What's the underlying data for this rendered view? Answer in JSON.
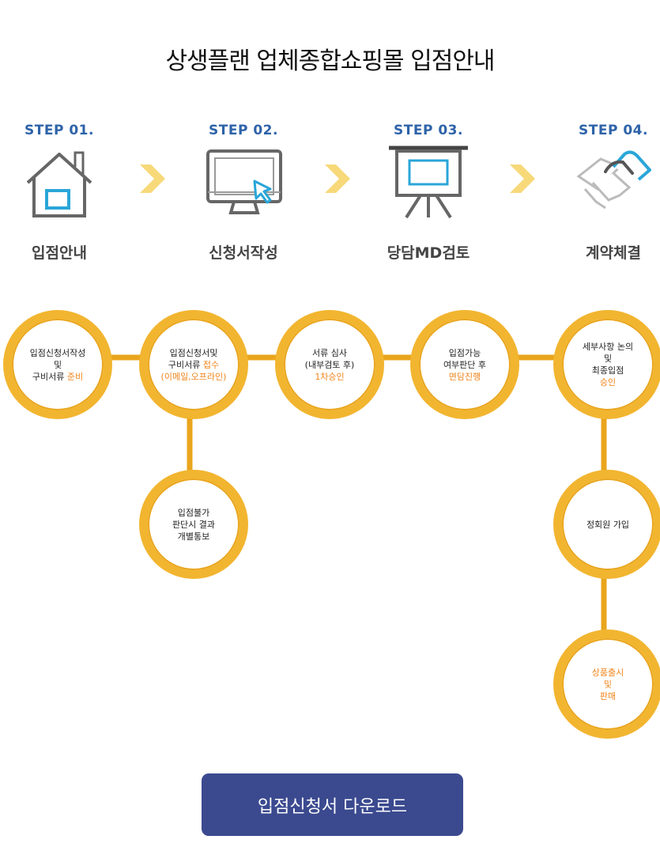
{
  "title": "상생플랜 업체종합쇼핑몰 입점안내",
  "steps": [
    {
      "label": "STEP 01.",
      "name": "입점안내",
      "icon": "house-icon"
    },
    {
      "label": "STEP 02.",
      "name": "신청서작성",
      "icon": "monitor-cursor-icon"
    },
    {
      "label": "STEP 03.",
      "name": "당담MD검토",
      "icon": "presentation-board-icon"
    },
    {
      "label": "STEP 04.",
      "name": "계약체결",
      "icon": "handshake-icon"
    }
  ],
  "colors": {
    "step_label": "#2e63a8",
    "chevron": "#f7d97a",
    "circle_ring": "#f2b530",
    "connector": "#e9a51c",
    "highlight": "#f0851c",
    "button": "#3b4a8f"
  },
  "nodes": {
    "n1": {
      "line1": "입점신청서작성",
      "line2": "및",
      "line3a": "구비서류 ",
      "line3b": "준비"
    },
    "n2": {
      "line1": "입점신청서및",
      "line2a": "구비서류 ",
      "line2b": "접수",
      "line3": "(이메일,오프라인)"
    },
    "n3": {
      "line1": "서류 심사",
      "line2": "(내부검토 후)",
      "line3": "1차승인"
    },
    "n4": {
      "line1": "입점가능",
      "line2": "여부판단 후",
      "line3": "면담진행"
    },
    "n5": {
      "line1": "세부사항 논의",
      "line2": "및",
      "line3": "최종입점",
      "line4": "승인"
    },
    "n6": {
      "line1": "입점불가",
      "line2": "판단시 결과",
      "line3": "개별통보"
    },
    "n7": {
      "line1": "정회원 가입"
    },
    "n8": {
      "line1": "상품출시",
      "line2": "및",
      "line3": "판매"
    }
  },
  "download_button": "입점신청서 다운로드"
}
